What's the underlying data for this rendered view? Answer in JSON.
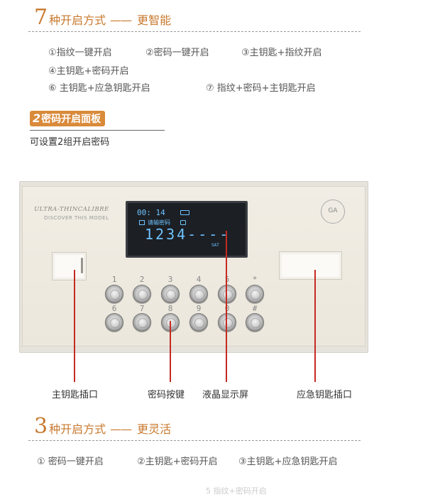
{
  "section1": {
    "num": "7",
    "title": "种开启方式",
    "dash": "——",
    "subtitle": "更智能",
    "modes": [
      "①指纹一键开启",
      "②密码一键开启",
      "③主钥匙+指纹开启",
      "④主钥匙+密码开启",
      "⑥ 主钥匙+应急钥匙开启",
      "⑦ 指纹+密码+主钥匙开启"
    ]
  },
  "badge": {
    "num": "2",
    "text": "密码开启面板"
  },
  "note": "可设置2组开启密码",
  "device": {
    "brand": "ULTRA-THINCALIBRE",
    "brand_sub": "DISCOVER THIS MODEL",
    "lcd_time": "00: 14",
    "lcd_prompt": "请输密码",
    "lcd_code": "1234----",
    "lcd_day": "SAT",
    "ga": "GA",
    "keys_top": [
      "1",
      "2",
      "3",
      "4",
      "5",
      "*"
    ],
    "keys_bottom": [
      "6",
      "7",
      "8",
      "9",
      "0",
      "#"
    ]
  },
  "callouts": {
    "key_slot": "主钥匙插口",
    "keypad": "密码按键",
    "lcd": "液晶显示屏",
    "emergency_slot": "应急钥匙插口"
  },
  "section2": {
    "num": "3",
    "title": "种开启方式",
    "dash": "——",
    "subtitle": "更灵活",
    "modes": [
      "① 密码一键开启",
      "②主钥匙+密码开启",
      "③主钥匙+应急钥匙开启"
    ]
  },
  "ghost_text": "5 指纹+密码开启",
  "colors": {
    "accent": "#c8792e",
    "badge": "#d98a3a",
    "callout_line": "#c42a22",
    "lcd_text": "#6fc3ff"
  }
}
